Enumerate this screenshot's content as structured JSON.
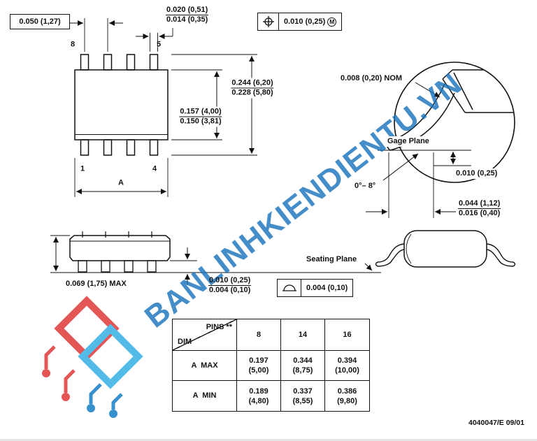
{
  "watermark": {
    "text": "BANLINHKIENDIENTU.VN"
  },
  "footer": {
    "doc_code": "4040047/E 09/01"
  },
  "top_view": {
    "pitch": "0.050 (1,27)",
    "lead_width": {
      "max": "0.020 (0,51)",
      "min": "0.014 (0,35)"
    },
    "true_position": {
      "value": "0.010 (0,25)",
      "modifier": "M"
    },
    "span": {
      "max": "0.244 (6,20)",
      "min": "0.228 (5,80)"
    },
    "body": {
      "max": "0.157 (4,00)",
      "min": "0.150 (3,81)"
    },
    "pin_labels": {
      "top_left": "8",
      "top_right": "5",
      "bottom_left": "1",
      "bottom_right": "4"
    },
    "dim_a": "A"
  },
  "detail_view": {
    "lead_thickness": "0.008 (0,20) NOM",
    "gage_plane": "Gage Plane",
    "gage_offset": "0.010 (0,25)",
    "angle": "0°– 8°",
    "lead_length": {
      "max": "0.044 (1,12)",
      "min": "0.016 (0,40)"
    }
  },
  "side_view": {
    "height": "0.069 (1,75) MAX",
    "standoff": {
      "max": "0.010 (0,25)",
      "min": "0.004 (0,10)"
    },
    "seating_plane": "Seating Plane",
    "flatness": "0.004 (0,10)"
  },
  "table": {
    "corner": {
      "top": "PINS **",
      "bottom": "DIM"
    },
    "columns": [
      "8",
      "14",
      "16"
    ],
    "rows": [
      {
        "label": "A  MAX",
        "values": [
          {
            "in": "0.197",
            "mm": "(5,00)"
          },
          {
            "in": "0.344",
            "mm": "(8,75)"
          },
          {
            "in": "0.394",
            "mm": "(10,00)"
          }
        ]
      },
      {
        "label": "A  MIN",
        "values": [
          {
            "in": "0.189",
            "mm": "(4,80)"
          },
          {
            "in": "0.337",
            "mm": "(8,55)"
          },
          {
            "in": "0.386",
            "mm": "(9,80)"
          }
        ]
      }
    ]
  }
}
